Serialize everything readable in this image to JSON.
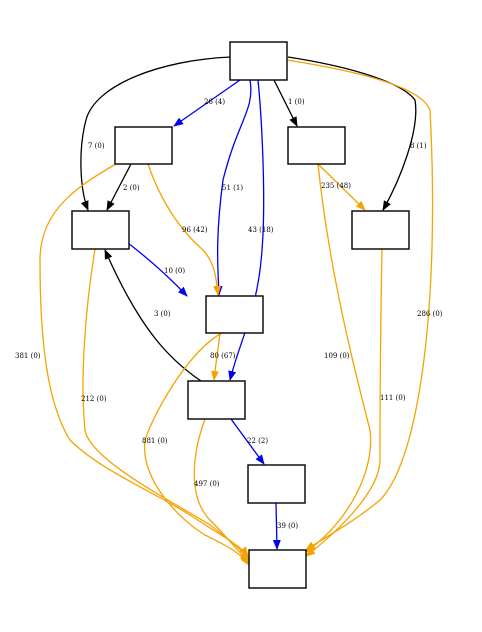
{
  "colors": {
    "black": "#000000",
    "blue": "#0000ee",
    "orange": "#f5a300"
  },
  "nodes": [
    {
      "id": "n0",
      "label": ""
    },
    {
      "id": "n1",
      "label": ""
    },
    {
      "id": "n2",
      "label": ""
    },
    {
      "id": "n3",
      "label": ""
    },
    {
      "id": "n4",
      "label": ""
    },
    {
      "id": "n5",
      "label": ""
    },
    {
      "id": "n6",
      "label": ""
    },
    {
      "id": "n7",
      "label": ""
    },
    {
      "id": "n8",
      "label": ""
    },
    {
      "id": "n9",
      "label": ""
    }
  ],
  "edges": [
    {
      "from": "n0",
      "to": "n1",
      "label": "26 (4)",
      "color": "blue"
    },
    {
      "from": "n0",
      "to": "n3",
      "label": "1 (0)",
      "color": "black"
    },
    {
      "from": "n0",
      "to": "n2",
      "label": "7 (0)",
      "color": "black"
    },
    {
      "from": "n0",
      "to": "n4",
      "label": "8 (1)",
      "color": "black"
    },
    {
      "from": "n0",
      "to": "n5",
      "label": "51 (1)",
      "color": "blue"
    },
    {
      "from": "n0",
      "to": "n6",
      "label": "43 (18)",
      "color": "blue"
    },
    {
      "from": "n0",
      "to": "n8",
      "label": "286 (0)",
      "color": "orange"
    },
    {
      "from": "n1",
      "to": "n2",
      "label": "2 (0)",
      "color": "black"
    },
    {
      "from": "n1",
      "to": "n5",
      "label": "96 (42)",
      "color": "orange"
    },
    {
      "from": "n1",
      "to": "n8",
      "label": "381 (0)",
      "color": "orange"
    },
    {
      "from": "n3",
      "to": "n4",
      "label": "235 (48)",
      "color": "orange"
    },
    {
      "from": "n3",
      "to": "n8",
      "label": "109 (0)",
      "color": "orange"
    },
    {
      "from": "n4",
      "to": "n8",
      "label": "111 (0)",
      "color": "orange"
    },
    {
      "from": "n2",
      "to": "n5",
      "label": "10 (0)",
      "color": "blue"
    },
    {
      "from": "n2",
      "to": "n8",
      "label": "212 (0)",
      "color": "orange"
    },
    {
      "from": "n6",
      "to": "n2",
      "label": "3 (0)",
      "color": "black"
    },
    {
      "from": "n5",
      "to": "n6",
      "label": "80 (67)",
      "color": "orange"
    },
    {
      "from": "n5",
      "to": "n8",
      "label": "881 (0)",
      "color": "orange"
    },
    {
      "from": "n6",
      "to": "n7",
      "label": "22 (2)",
      "color": "blue"
    },
    {
      "from": "n6",
      "to": "n8",
      "label": "497 (0)",
      "color": "orange"
    },
    {
      "from": "n7",
      "to": "n8",
      "label": "39 (0)",
      "color": "blue"
    }
  ]
}
